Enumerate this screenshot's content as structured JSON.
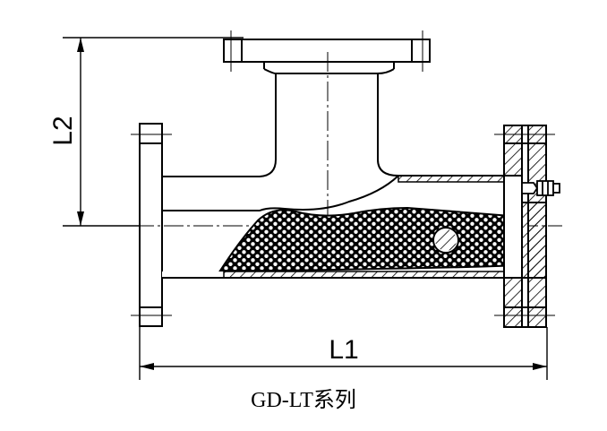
{
  "diagram": {
    "dimension_labels": {
      "l1": "L1",
      "l2": "L2"
    },
    "caption": "GD-LT系列",
    "colors": {
      "line": "#000000",
      "background": "#ffffff"
    }
  }
}
